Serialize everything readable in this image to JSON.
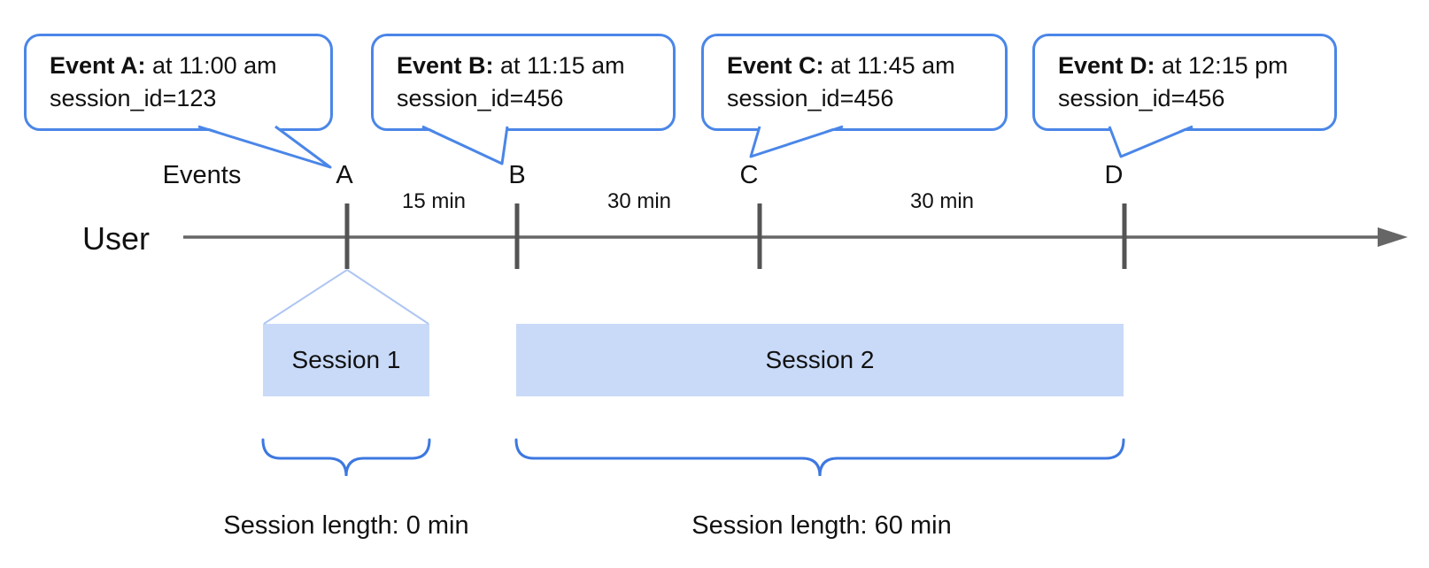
{
  "diagram": {
    "title_semantic": "Event sessionization timeline",
    "axis": {
      "events_label": "Events",
      "user_label": "User"
    },
    "bubbles": [
      {
        "name_bold": "Event A:",
        "time_text": " at 11:00 am",
        "session_text": "session_id=123"
      },
      {
        "name_bold": "Event B:",
        "time_text": " at 11:15 am",
        "session_text": "session_id=456"
      },
      {
        "name_bold": "Event C:",
        "time_text": " at 11:45 am",
        "session_text": "session_id=456"
      },
      {
        "name_bold": "Event D:",
        "time_text": " at 12:15 pm",
        "session_text": "session_id=456"
      }
    ],
    "markers": [
      "A",
      "B",
      "C",
      "D"
    ],
    "intervals": [
      "15 min",
      "30 min",
      "30 min"
    ],
    "sessions": [
      {
        "bar_label": "Session 1",
        "length_label": "Session length: 0 min"
      },
      {
        "bar_label": "Session 2",
        "length_label": "Session length: 60 min"
      }
    ],
    "colors": {
      "bubble_border": "#4a86e8",
      "session_fill": "#c9daf8",
      "brace": "#3d78e0",
      "axis_line": "#666666",
      "tick": "#545454",
      "fan_line": "#aec6f2",
      "text": "#111111"
    }
  }
}
